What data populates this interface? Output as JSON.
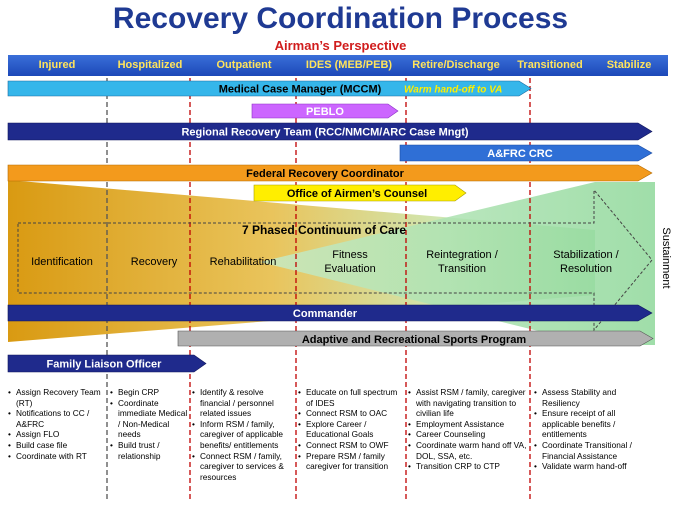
{
  "title": "Recovery Coordination Process",
  "subtitle": "Airman’s Perspective",
  "phases": [
    "Injured",
    "Hospitalized",
    "Outpatient",
    "IDES (MEB/PEB)",
    "Retire/Discharge",
    "Transitioned",
    "Stabilize"
  ],
  "bars": {
    "mccm": "Medical Case Manager (MCCM)",
    "mccm_note": "Warm hand-off to VA",
    "peblo": "PEBLO",
    "rrt": "Regional Recovery Team (RCC/NMCM/ARC Case Mngt)",
    "afrc": "A&FRC CRC",
    "frc": "Federal Recovery Coordinator",
    "oac": "Office of Airmen’s Counsel",
    "commander": "Commander",
    "sports": "Adaptive and Recreational Sports Program",
    "flo": "Family Liaison Officer"
  },
  "continuum": {
    "title": "7 Phased Continuum of Care",
    "sustainment": "Sustainment",
    "stages": [
      {
        "lines": [
          "Identification"
        ]
      },
      {
        "lines": [
          "Recovery"
        ]
      },
      {
        "lines": [
          "Rehabilitation"
        ]
      },
      {
        "lines": [
          "Fitness",
          "Evaluation"
        ]
      },
      {
        "lines": [
          "Reintegration /",
          "Transition"
        ]
      },
      {
        "lines": [
          "Stabilization /",
          "Resolution"
        ]
      }
    ]
  },
  "columns": [
    [
      "Assign Recovery Team (RT)",
      "Notifications to CC / A&FRC",
      "Assign FLO",
      "Build case file",
      "Coordinate with RT"
    ],
    [
      "Begin CRP",
      "Coordinate immediate Medical / Non-Medical needs",
      "Build trust / relationship"
    ],
    [
      "Identify & resolve financial / personnel related issues",
      "Inform RSM / family, caregiver of applicable benefits/ entitlements",
      "Connect RSM / family, caregiver to services & resources"
    ],
    [
      "Educate on full spectrum of IDES",
      "Connect RSM to OAC",
      "Explore Career / Educational Goals",
      "Connect RSM to OWF",
      "Prepare RSM / family caregiver for transition"
    ],
    [
      "Assist RSM / family, caregiver with navigating transition to civilian life",
      "Employment Assistance",
      "Career Counseling",
      "Coordinate warm hand off VA, DOL, SSA, etc.",
      "Transition CRP to CTP"
    ],
    [
      "Assess Stability and Resiliency",
      "Ensure receipt of all applicable benefits / entitlements",
      "Coordinate Transitional / Financial Assistance",
      "Validate warm hand-off"
    ]
  ],
  "colors": {
    "title": "#1f3a93",
    "subtitle": "#d01c1c",
    "phase_text": "#ffe45c",
    "navy_bar": "#1f2a8c",
    "blue_bar": "#2f6fd6",
    "light_blue_bar": "#35b6ea",
    "orange_bar": "#f39a1c",
    "yellow_bar": "#ffee00",
    "purple_bar": "#cc66ff",
    "gray_bar": "#b0b0b0",
    "wedge_gold": "#d99a12",
    "wedge_green": "#a9e2ae",
    "divider_red": "#c00000",
    "divider_gray": "#555555"
  }
}
